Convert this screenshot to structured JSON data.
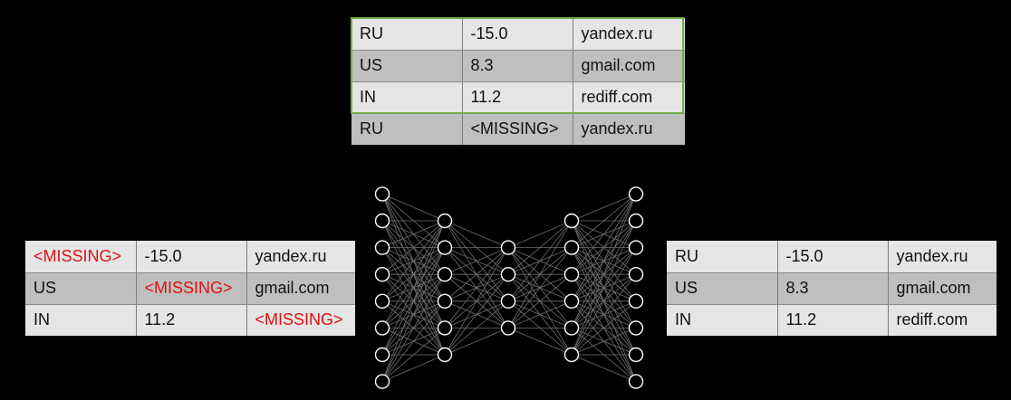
{
  "top_table": {
    "rows": [
      {
        "country": "RU",
        "value": "-15.0",
        "domain": "yandex.ru"
      },
      {
        "country": "US",
        "value": "8.3",
        "domain": "gmail.com"
      },
      {
        "country": "IN",
        "value": "11.2",
        "domain": "rediff.com"
      },
      {
        "country": "RU",
        "value": "<MISSING>",
        "domain": "yandex.ru"
      }
    ]
  },
  "input_table": {
    "rows": [
      {
        "country": "<MISSING>",
        "value": "-15.0",
        "domain": "yandex.ru"
      },
      {
        "country": "US",
        "value": "<MISSING>",
        "domain": "gmail.com"
      },
      {
        "country": "IN",
        "value": "11.2",
        "domain": "<MISSING>"
      }
    ]
  },
  "output_table": {
    "rows": [
      {
        "country": "RU",
        "value": "-15.0",
        "domain": "yandex.ru"
      },
      {
        "country": "US",
        "value": "8.3",
        "domain": "gmail.com"
      },
      {
        "country": "IN",
        "value": "11.2",
        "domain": "rediff.com"
      }
    ]
  },
  "network": {
    "layer_sizes": [
      8,
      6,
      4,
      6,
      8
    ],
    "node_color": "#ffffff",
    "edge_color": "#6e6e6e"
  },
  "colors": {
    "missing_text": "#e01010",
    "highlight_border": "#70ad47",
    "row_light": "#e5e5e5",
    "row_dark": "#bfbfbf"
  }
}
